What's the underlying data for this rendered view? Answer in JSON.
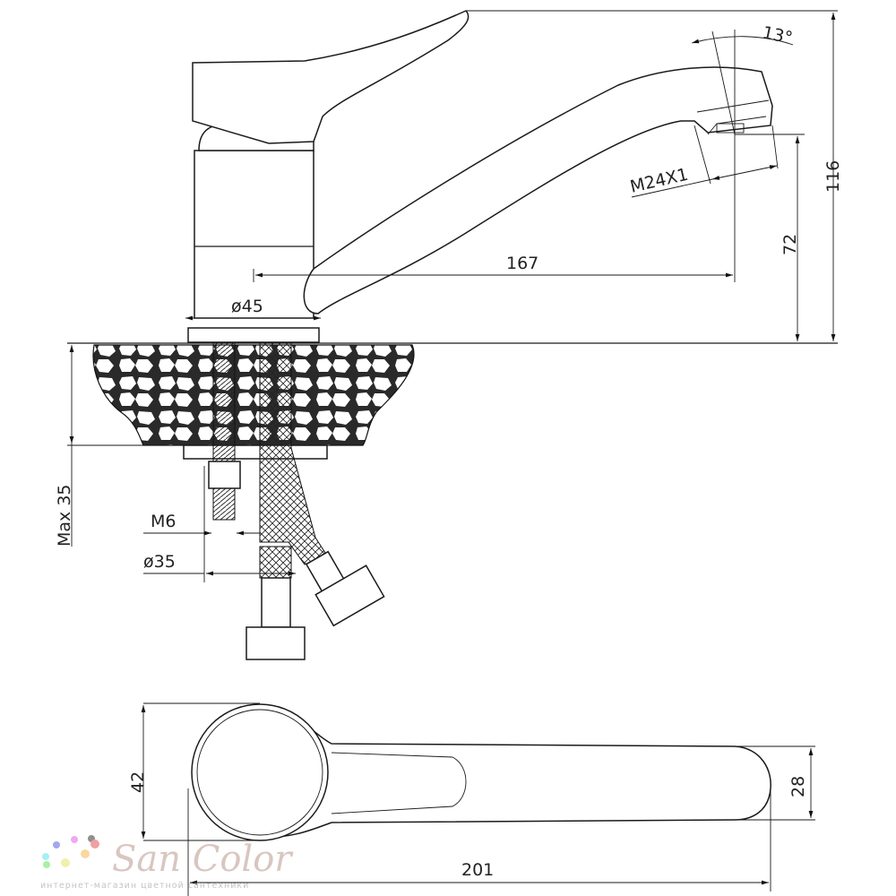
{
  "drawing": {
    "dimensions": {
      "angle": "13°",
      "aerator_thread": "M24X1",
      "total_height": "116",
      "spout_height": "72",
      "spout_reach": "167",
      "body_diameter": "ø45",
      "max_countertop": "Max 35",
      "stud_thread": "M6",
      "hole_diameter": "ø35",
      "top_view_head_width": "42",
      "top_view_spout_width": "28",
      "top_view_length": "201"
    }
  },
  "watermark": {
    "brand": "SanColor",
    "brand_left": "San",
    "brand_right": "Color",
    "tagline": "интернет-магазин цветной сантехники",
    "dot_colors": [
      "#a0a8f0",
      "#f0a8f0",
      "#909090",
      "#a8f0f0",
      "#f8d8a0",
      "#f0a0a0",
      "#a8f0a8",
      "#f0f0a8"
    ]
  }
}
